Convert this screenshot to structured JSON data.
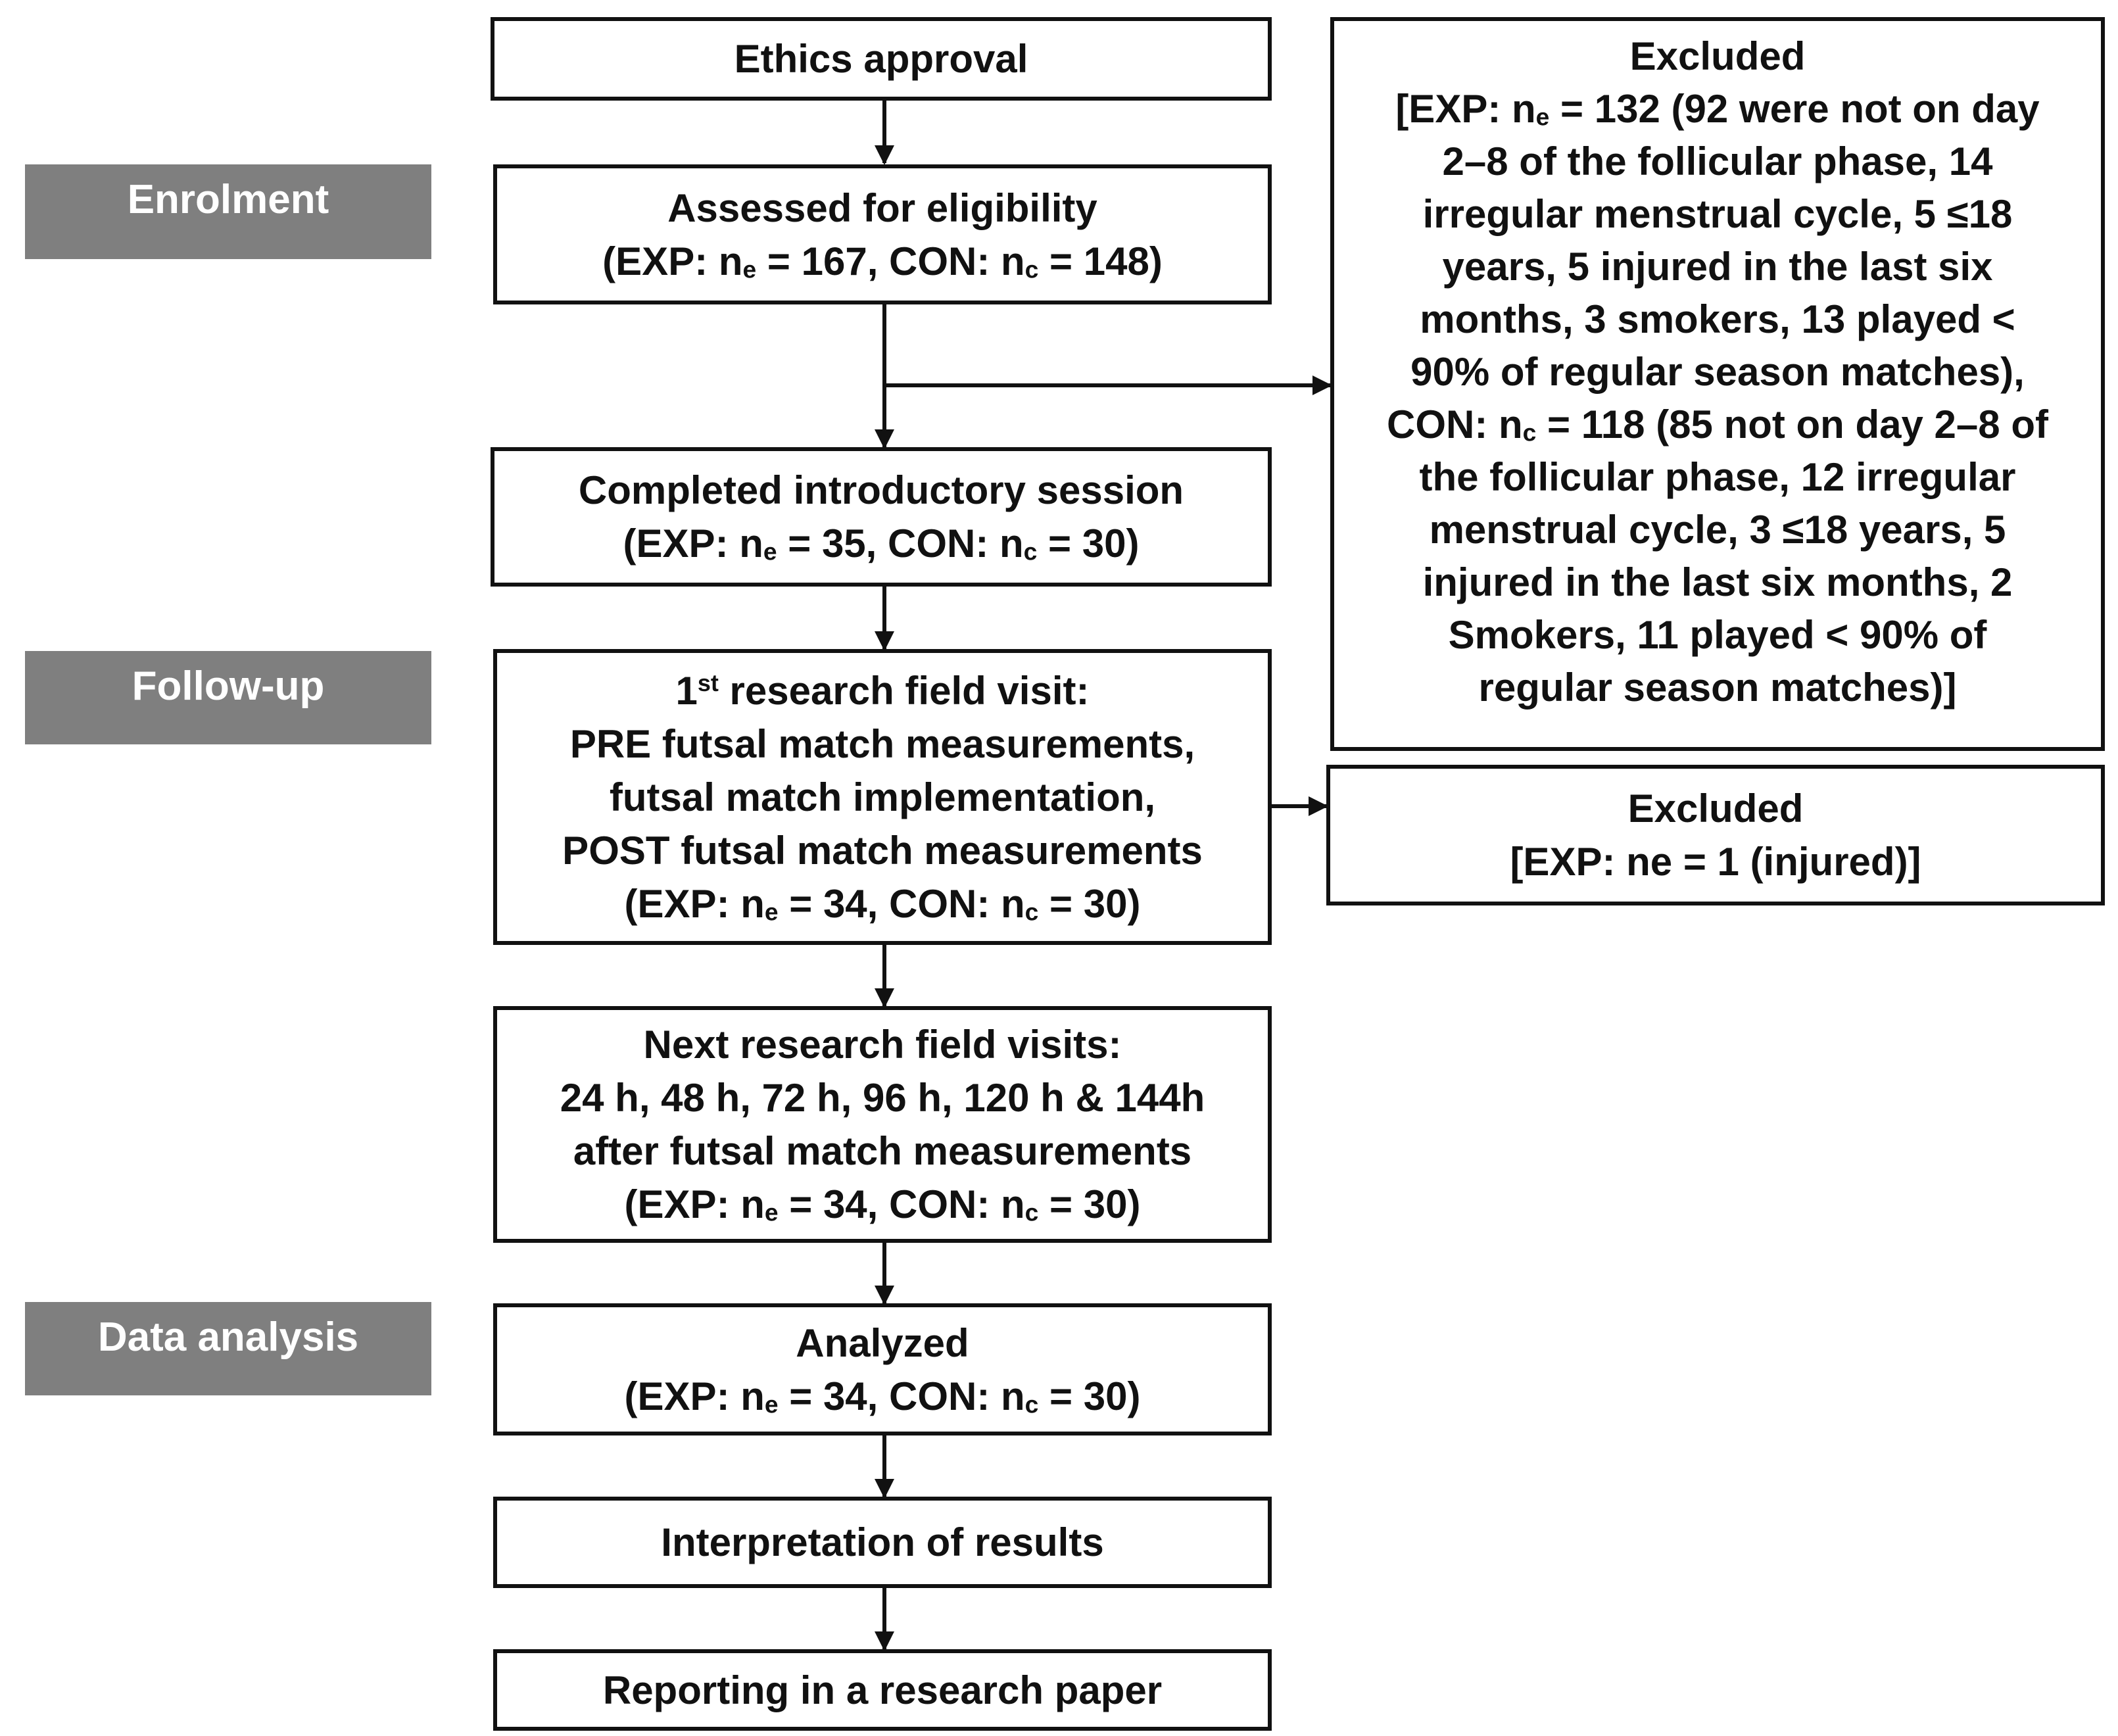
{
  "stages": {
    "enrolment": "Enrolment",
    "follow_up": "Follow-up",
    "data_analysis": "Data analysis"
  },
  "ethics": {
    "line1": "Ethics approval"
  },
  "assessed": {
    "line1": "Assessed for eligibility",
    "l2_a": "(EXP: n",
    "l2_sub_e": "e",
    "l2_b": " = 167, CON: n",
    "l2_sub_c": "c",
    "l2_c": " = 148)"
  },
  "completed": {
    "line1": "Completed introductory session",
    "l2_a": "(EXP: n",
    "l2_sub_e": "e",
    "l2_b": " = 35, CON: n",
    "l2_sub_c": "c",
    "l2_c": " = 30)"
  },
  "first_visit": {
    "l1_a": "1",
    "l1_sup": "st",
    "l1_b": " research field visit:",
    "line2": "PRE futsal match measurements,",
    "line3": "futsal match implementation,",
    "line4": "POST futsal match measurements",
    "l5_a": "(EXP: n",
    "l5_sub_e": "e",
    "l5_b": " = 34, CON: n",
    "l5_sub_c": "c",
    "l5_c": " = 30)"
  },
  "next_visits": {
    "line1": "Next research field visits:",
    "line2": "24 h, 48 h, 72 h, 96 h, 120 h & 144h",
    "line3": "after futsal match measurements",
    "l4_a": "(EXP: n",
    "l4_sub_e": "e",
    "l4_b": " = 34, CON: n",
    "l4_sub_c": "c",
    "l4_c": " = 30)"
  },
  "analyzed": {
    "line1": "Analyzed",
    "l2_a": "(EXP: n",
    "l2_sub_e": "e",
    "l2_b": " = 34, CON: n",
    "l2_sub_c": "c",
    "l2_c": " = 30)"
  },
  "interpretation": {
    "line1": "Interpretation of results"
  },
  "reporting": {
    "line1": "Reporting in a research paper"
  },
  "excluded_enrolment": {
    "title": "Excluded",
    "l1_a": "[EXP: n",
    "l1_sub_e": "e",
    "l1_b": " = 132 (92 were not on day",
    "line2": "2–8 of the follicular phase, 14",
    "line3": "irregular menstrual cycle, 5 ≤18",
    "line4": "years, 5 injured in the last six",
    "line5": "months, 3 smokers, 13 played <",
    "line6": "90% of regular season matches),",
    "l7_a": "CON: n",
    "l7_sub_c": "c",
    "l7_b": " = 118 (85 not on day 2–8 of",
    "line8": "the follicular phase, 12 irregular",
    "line9": "menstrual cycle, 3 ≤18 years, 5",
    "line10": "injured in the last six months, 2",
    "line11": "Smokers, 11 played < 90% of",
    "line12": "regular season matches)]"
  },
  "excluded_followup": {
    "title": "Excluded",
    "line1": "[EXP: ne = 1 (injured)]"
  },
  "colors": {
    "stage_fill": "#7f7f7f",
    "stage_text": "#ffffff",
    "box_border": "#111111",
    "arrow": "#111111"
  }
}
